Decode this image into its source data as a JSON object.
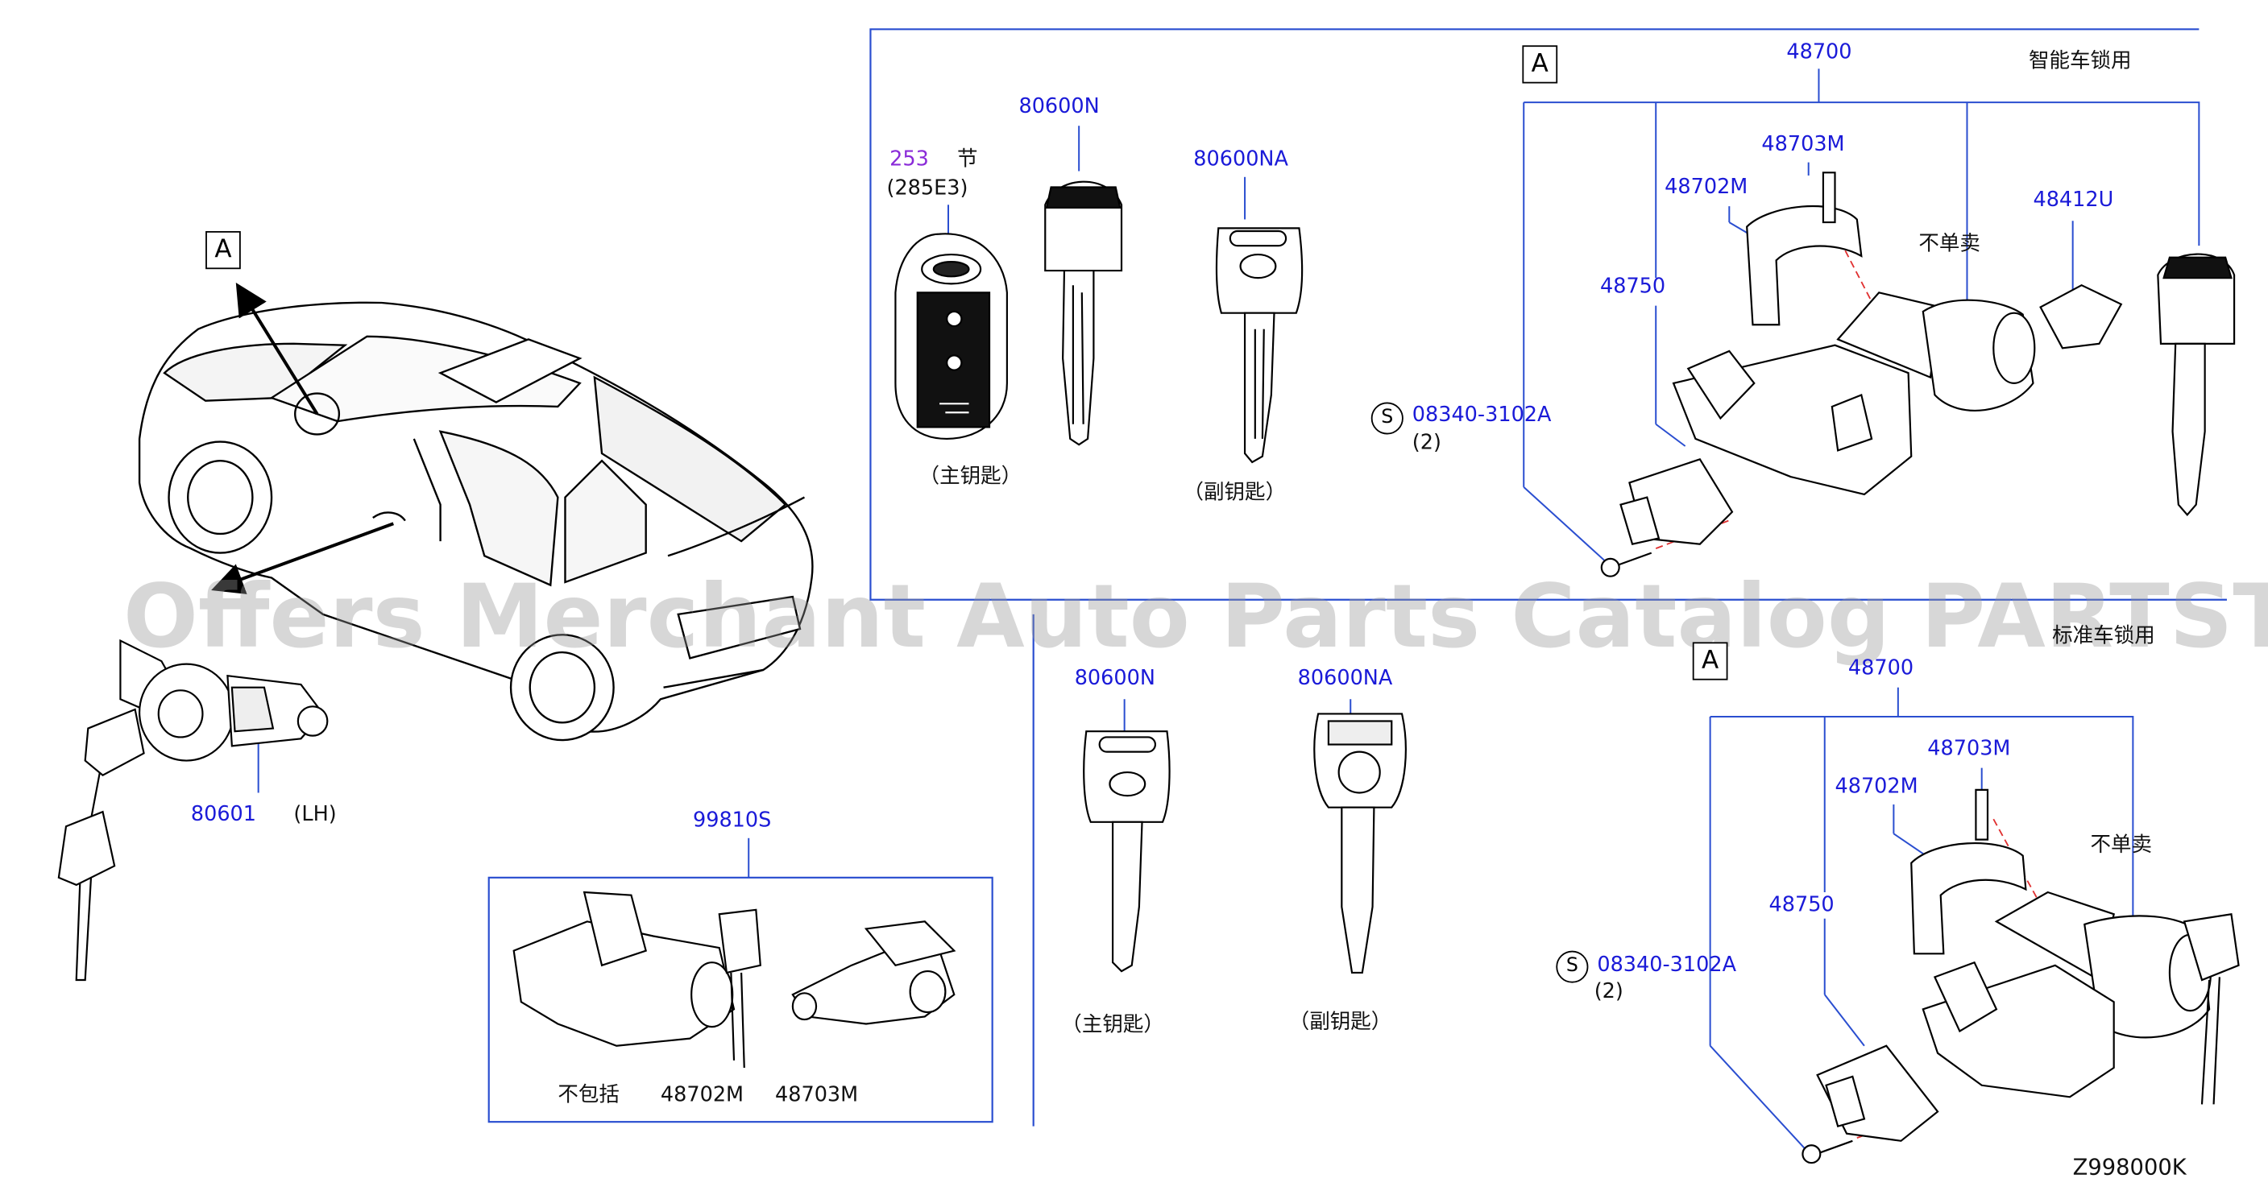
{
  "diagram_code": "Z998000K",
  "watermark": "Offers Merchant Auto Parts Catalog PARTSTORE SA",
  "callouts": {
    "view_a_car": "A",
    "view_a_smart": "A",
    "view_a_standard": "A",
    "screw_symbol_smart": "S",
    "screw_symbol_standard": "S"
  },
  "car_section": {
    "part_80601": "80601",
    "side_lh": "(LH)"
  },
  "kit_section": {
    "part_99810s": "99810S",
    "excludes_note": "不包括",
    "excluded_1": "48702M",
    "excluded_2": "48703M"
  },
  "smart_key_section": {
    "ref_253": "253",
    "ref_253_suffix": "节",
    "ref_285e3": "(285E3)",
    "caption_master": "（主钥匙）",
    "part_80600n": "80600N",
    "part_80600na": "80600NA",
    "caption_sub": "（副钥匙）",
    "heading": "智能车锁用",
    "part_48700": "48700",
    "part_48703m": "48703M",
    "part_48702m": "48702M",
    "not_sold_separately": "不单卖",
    "part_48412u": "48412U",
    "part_48750": "48750",
    "screw_part": "08340-3102A",
    "screw_qty": "(2)"
  },
  "standard_key_section": {
    "part_80600n": "80600N",
    "part_80600na": "80600NA",
    "caption_master": "（主钥匙）",
    "caption_sub": "（副钥匙）",
    "heading": "标准车锁用",
    "part_48700": "48700",
    "part_48703m": "48703M",
    "part_48702m": "48702M",
    "not_sold_separately": "不单卖",
    "part_48750": "48750",
    "screw_part": "08340-3102A",
    "screw_qty": "(2)"
  },
  "colors": {
    "part_number": "#1a1ad8",
    "leader_line": "#2a4ed0",
    "reference": "#8a2bd8",
    "drawing": "#000000"
  }
}
